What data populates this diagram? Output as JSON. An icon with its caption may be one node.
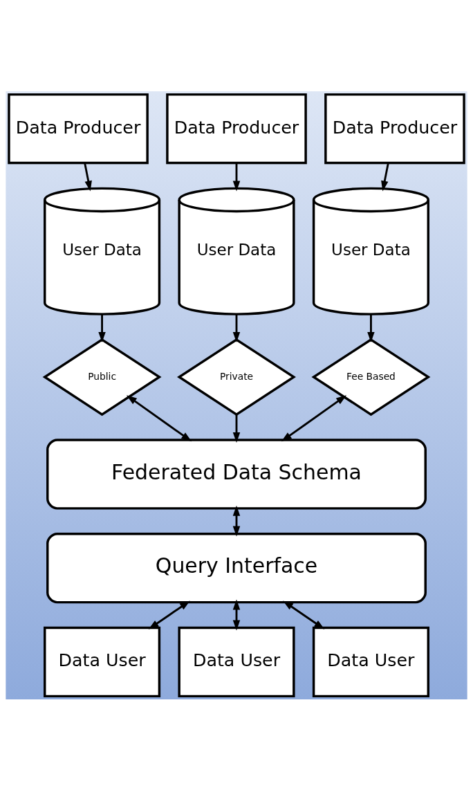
{
  "diagram": {
    "nodes": [
      {
        "text": [
          "Data Producer"
        ]
      },
      {
        "text": [
          "Data Producer"
        ]
      },
      {
        "text": [
          "Data Producer"
        ]
      },
      {
        "text": [
          "User Data"
        ]
      },
      {
        "text": [
          "User Data"
        ]
      },
      {
        "text": [
          "User Data"
        ]
      },
      {
        "text": [
          "Public"
        ]
      },
      {
        "text": [
          "Private"
        ]
      },
      {
        "text": [
          "Fee Based"
        ]
      },
      {
        "text": [
          "Federated Data Schema"
        ]
      },
      {
        "text": [
          "Query Interface"
        ]
      },
      {
        "text": [
          "Data User"
        ]
      },
      {
        "text": [
          "Data User"
        ]
      },
      {
        "text": [
          "Data User"
        ]
      }
    ],
    "edges": [
      {
        "from": 0,
        "to": 3,
        "arrow": "to"
      },
      {
        "from": 1,
        "to": 4,
        "arrow": "to"
      },
      {
        "from": 2,
        "to": 5,
        "arrow": "to"
      },
      {
        "from": 3,
        "to": 6,
        "arrow": "to"
      },
      {
        "from": 4,
        "to": 7,
        "arrow": "to"
      },
      {
        "from": 5,
        "to": 8,
        "arrow": "to"
      },
      {
        "from": 6,
        "to": 9,
        "arrow": "both"
      },
      {
        "from": 7,
        "to": 9,
        "arrow": "to"
      },
      {
        "from": 8,
        "to": 9,
        "arrow": "both"
      },
      {
        "from": 9,
        "to": 10,
        "arrow": "both"
      },
      {
        "from": 10,
        "to": 11,
        "arrow": "both"
      },
      {
        "from": 10,
        "to": 12,
        "arrow": "both"
      },
      {
        "from": 10,
        "to": 13,
        "arrow": "both"
      }
    ]
  }
}
